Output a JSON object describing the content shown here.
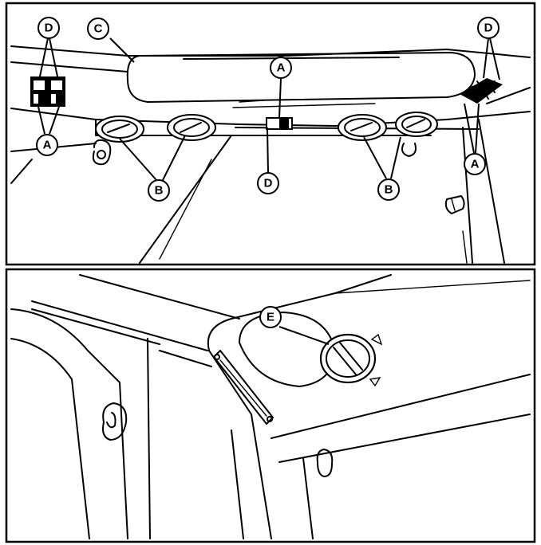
{
  "panels": [
    {
      "id": "top",
      "callouts": [
        {
          "key": "d_left",
          "letter": "D"
        },
        {
          "key": "c",
          "letter": "C"
        },
        {
          "key": "a_left",
          "letter": "A"
        },
        {
          "key": "a_center",
          "letter": "A"
        },
        {
          "key": "d_right",
          "letter": "D"
        },
        {
          "key": "b_left",
          "letter": "B"
        },
        {
          "key": "d_center",
          "letter": "D"
        },
        {
          "key": "b_right",
          "letter": "B"
        },
        {
          "key": "a_right",
          "letter": "A"
        }
      ]
    },
    {
      "id": "bottom",
      "callouts": [
        {
          "key": "e",
          "letter": "E"
        }
      ]
    }
  ]
}
